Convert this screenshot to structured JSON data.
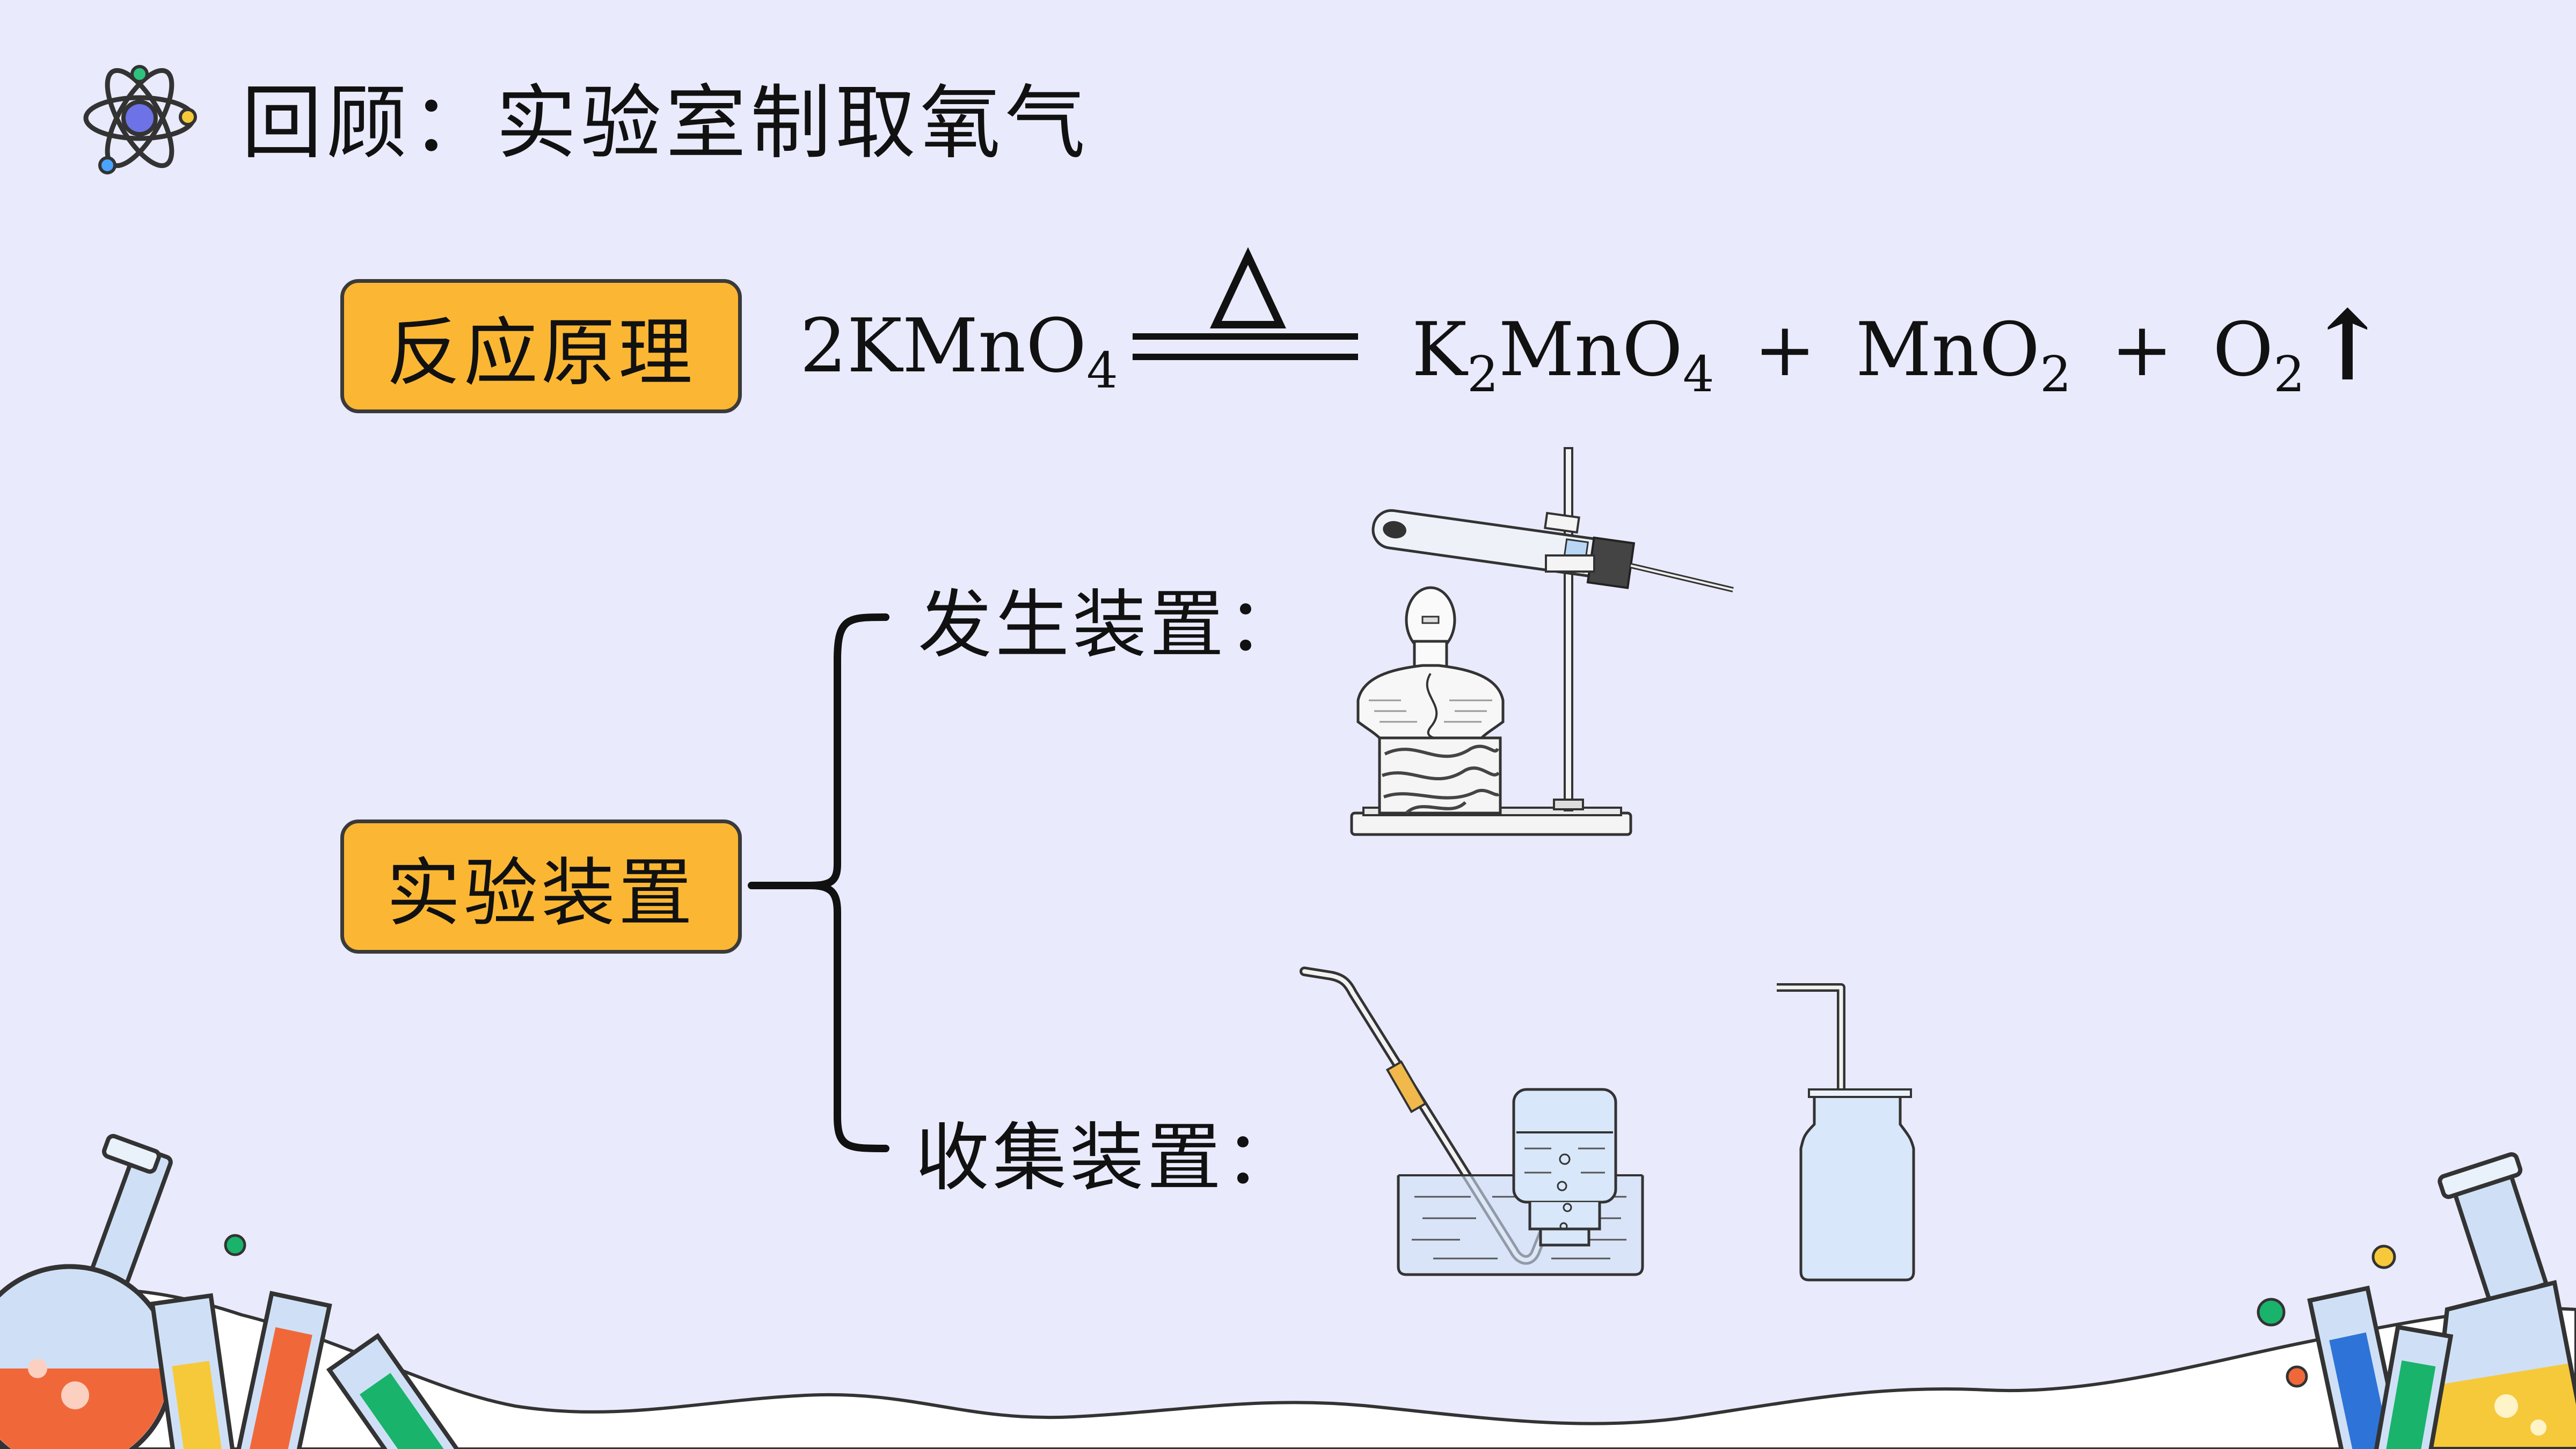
{
  "title": "回顾：实验室制取氧气",
  "tags": {
    "principle": "反应原理",
    "apparatus": "实验装置"
  },
  "equation": {
    "reactant": "2KMnO",
    "reactant_sub": "4",
    "condition": "△",
    "p1_a": "K",
    "p1_sub1": "2",
    "p1_b": "MnO",
    "p1_sub2": "4",
    "plus1": "+",
    "p2_a": "MnO",
    "p2_sub": "2",
    "plus2": "+",
    "p3_a": "O",
    "p3_sub": "2",
    "gas_arrow": "↑"
  },
  "branches": {
    "generation": "发生装置：",
    "collection": "收集装置："
  },
  "colors": {
    "background": "#e9eafc",
    "tag_fill": "#fbb733",
    "tag_border": "#3a3a3a",
    "glass": "#cfe0f6",
    "liquid_red": "#f0683a",
    "liquid_yellow": "#f6c93a",
    "liquid_blue": "#2e73d8",
    "liquid_green": "#19b36b"
  },
  "icons": [
    "atom-icon",
    "alcohol-lamp-icon",
    "iron-stand-icon",
    "test-tube-icon",
    "water-trough-icon",
    "gas-jar-icon",
    "flask-icon"
  ]
}
